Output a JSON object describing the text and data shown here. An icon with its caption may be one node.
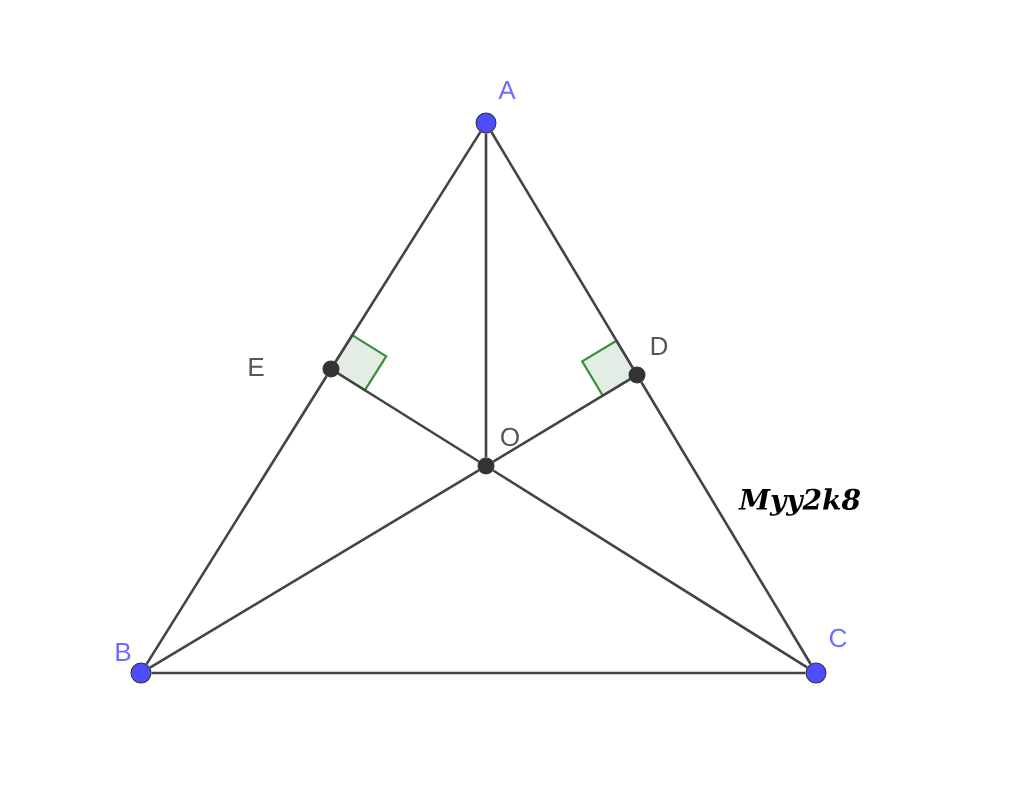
{
  "diagram": {
    "nodes": [
      {
        "text": [
          "A"
        ]
      },
      {
        "text": [
          "E"
        ]
      },
      {
        "text": [
          "D"
        ]
      },
      {
        "text": [
          "O"
        ]
      },
      {
        "text": [
          "B"
        ]
      },
      {
        "text": [
          "C"
        ]
      }
    ],
    "edges": [
      {
        "from": 0,
        "to": 1,
        "arrow": "none"
      },
      {
        "from": 1,
        "to": 4,
        "arrow": "none"
      },
      {
        "from": 0,
        "to": 2,
        "arrow": "none"
      },
      {
        "from": 2,
        "to": 5,
        "arrow": "none"
      },
      {
        "from": 4,
        "to": 5,
        "arrow": "none"
      },
      {
        "from": 0,
        "to": 3,
        "arrow": "none"
      },
      {
        "from": 4,
        "to": 3,
        "arrow": "none"
      },
      {
        "from": 3,
        "to": 2,
        "arrow": "none"
      },
      {
        "from": 5,
        "to": 3,
        "arrow": "none"
      },
      {
        "from": 3,
        "to": 1,
        "arrow": "none"
      }
    ],
    "labels": [
      "*Myy2k8*"
    ]
  }
}
